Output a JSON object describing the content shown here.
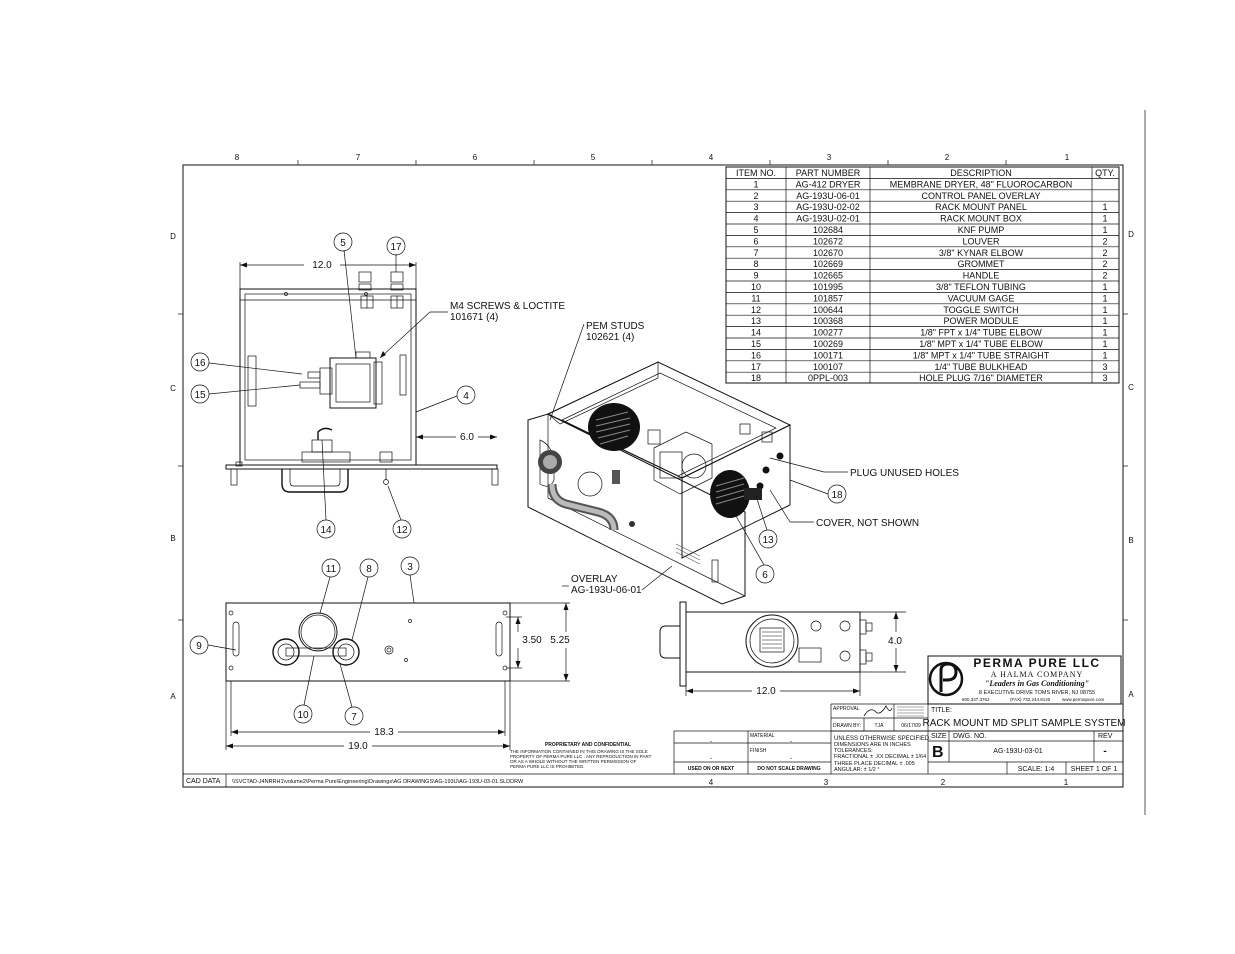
{
  "border": {
    "top_zones": [
      "8",
      "7",
      "6",
      "5",
      "4",
      "3",
      "2",
      "1"
    ],
    "bottom_zones": [
      "4",
      "3",
      "2",
      "1"
    ],
    "side_zones": [
      "D",
      "C",
      "B",
      "A"
    ]
  },
  "bom": {
    "headers": [
      "ITEM NO.",
      "PART NUMBER",
      "DESCRIPTION",
      "QTY."
    ],
    "rows": [
      [
        "1",
        "AG-412 DRYER",
        "MEMBRANE DRYER, 48\" FLUOROCARBON",
        ""
      ],
      [
        "2",
        "AG-193U-06-01",
        "CONTROL PANEL OVERLAY",
        ""
      ],
      [
        "3",
        "AG-193U-02-02",
        "RACK MOUNT PANEL",
        "1"
      ],
      [
        "4",
        "AG-193U-02-01",
        "RACK MOUNT BOX",
        "1"
      ],
      [
        "5",
        "102684",
        "KNF PUMP",
        "1"
      ],
      [
        "6",
        "102672",
        "LOUVER",
        "2"
      ],
      [
        "7",
        "102670",
        "3/8\" KYNAR ELBOW",
        "2"
      ],
      [
        "8",
        "102669",
        "GROMMET",
        "2"
      ],
      [
        "9",
        "102665",
        "HANDLE",
        "2"
      ],
      [
        "10",
        "101995",
        "3/8\" TEFLON TUBING",
        "1"
      ],
      [
        "11",
        "101857",
        "VACUUM GAGE",
        "1"
      ],
      [
        "12",
        "100644",
        "TOGGLE SWITCH",
        "1"
      ],
      [
        "13",
        "100368",
        "POWER MODULE",
        "1"
      ],
      [
        "14",
        "100277",
        "1/8\" FPT x 1/4\" TUBE ELBOW",
        "1"
      ],
      [
        "15",
        "100269",
        "1/8\" MPT x 1/4\" TUBE ELBOW",
        "1"
      ],
      [
        "16",
        "100171",
        "1/8\" MPT x 1/4\" TUBE STRAIGHT",
        "1"
      ],
      [
        "17",
        "100107",
        "1/4\" TUBE BULKHEAD",
        "3"
      ],
      [
        "18",
        "0PPL-003",
        "HOLE PLUG 7/16\" DIAMETER",
        "3"
      ]
    ]
  },
  "top_view": {
    "dim_width": "12.0",
    "dim_depth": "6.0",
    "note_screws_1": "M4 SCREWS & LOCTITE",
    "note_screws_2": "101671 (4)",
    "balloons": [
      "5",
      "17",
      "16",
      "15",
      "4",
      "14",
      "12"
    ]
  },
  "iso_view": {
    "note_pem_1": "PEM STUDS",
    "note_pem_2": "102621 (4)",
    "note_plug": "PLUG UNUSED HOLES",
    "note_cover": "COVER, NOT SHOWN",
    "note_overlay_1": "OVERLAY",
    "note_overlay_2": "AG-193U-06-01",
    "balloons": [
      "18",
      "13",
      "6"
    ]
  },
  "front_view": {
    "dim_inner_h": "3.50",
    "dim_outer_h": "5.25",
    "dim_hole_w": "18.3",
    "dim_total_w": "19.0",
    "balloons": [
      "11",
      "8",
      "3",
      "9",
      "10",
      "7"
    ]
  },
  "side_view": {
    "dim_height": "4.0",
    "dim_depth": "12.0"
  },
  "title_block": {
    "company": "PERMA PURE LLC",
    "subsidiary": "A HALMA COMPANY",
    "tagline": "\"Leaders in Gas Conditioning\"",
    "address": "8 EXECUTIVE DRIVE TOMS RIVER, NJ 08755",
    "phone": "800.337.3762",
    "fax": "(FAX) 732.244.8140",
    "web": "www.permapure.com",
    "title_label": "TITLE:",
    "title": "RACK MOUNT MD SPLIT SAMPLE SYSTEM",
    "size_label": "SIZE",
    "size": "B",
    "dwg_label": "DWG. NO.",
    "dwg_no": "AG-193U-03-01",
    "rev_label": "REV",
    "rev": "-",
    "scale": "SCALE: 1:4",
    "sheet": "SHEET 1 OF 1",
    "approval_label": "APPROVAL",
    "drawn_by_label": "DRAWN BY:",
    "drawn_by": "TJA",
    "drawn_date": "06/17/09",
    "tolerance_1": "UNLESS OTHERWISE SPECIFIED:",
    "tolerance_2": "DIMENSIONS ARE IN INCHES",
    "tolerance_3": "TOLERANCES:",
    "tolerance_4": "FRACTIONAL ± .XX DECIMAL ± 1/64",
    "tolerance_5": "THREE PLACE DECIMAL  ± .005",
    "tolerance_6": "ANGULAR: ± 1/2 °",
    "material_label": "MATERIAL",
    "material": "-",
    "finish_label": "FINISH",
    "finish": "-",
    "used_on_label": "USED ON OR NEXT",
    "no_scale": "DO NOT SCALE DRAWING",
    "dash": "-",
    "proprietary_title": "PROPRIETARY AND CONFIDENTIAL",
    "proprietary_1": "THE INFORMATION CONTAINED IN THIS DRAWING IS THE SOLE",
    "proprietary_2": "PROPERTY OF PERMA PURE LLC . ANY REPRODUCTION IN PART",
    "proprietary_3": "OR AS A WHOLE WITHOUT THE WRITTEN PERMISSION OF",
    "proprietary_4": "PERMA PURE LLC IS PROHIBITED."
  },
  "cad": {
    "label": "CAD DATA",
    "path": "\\\\SVCTAD-J4NRRH1\\volume2\\Perma Pure\\Engineering\\Drawings\\AG DRAWINGS\\AG-193U\\AG-193U-03-01.SLDDRW"
  }
}
